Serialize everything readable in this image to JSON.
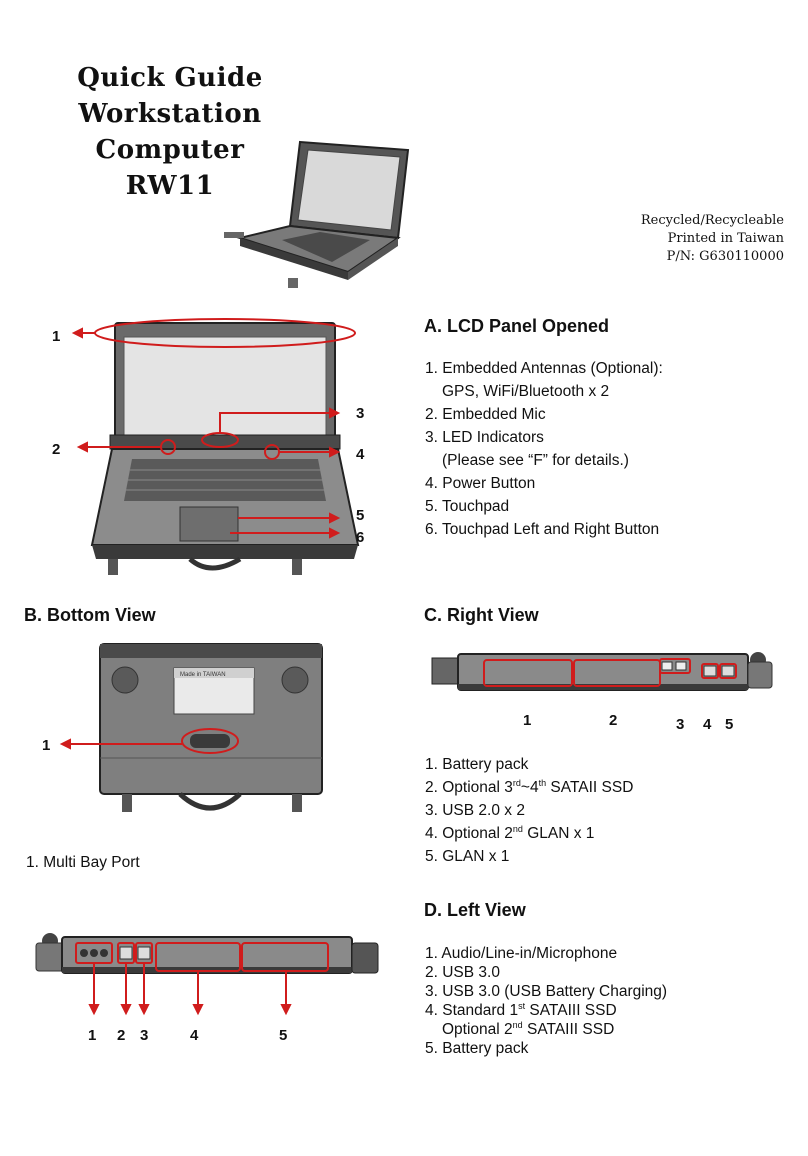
{
  "header": {
    "title_line1": "Quick Guide",
    "title_line2": "Workstation Computer",
    "title_line3": "RW11",
    "meta_line1": "Recycled/Recycleable",
    "meta_line2": "Printed in Taiwan",
    "meta_line3": "P/N: G630110000"
  },
  "section_a": {
    "heading": "A. LCD Panel Opened",
    "items": [
      "1. Embedded Antennas (Optional):",
      "GPS, WiFi/Bluetooth x 2",
      "2. Embedded Mic",
      "3. LED Indicators",
      "(Please see “F” for details.)",
      "4. Power Button",
      "5. Touchpad",
      "6. Touchpad Left and Right Button"
    ],
    "callouts": [
      "1",
      "2",
      "3",
      "4",
      "5",
      "6"
    ]
  },
  "section_b": {
    "heading": "B. Bottom View",
    "callouts": [
      "1"
    ],
    "items": [
      "1. Multi Bay Port"
    ],
    "label_plate": "Made in TAIWAN"
  },
  "section_c": {
    "heading": "C. Right View",
    "callouts": [
      "1",
      "2",
      "3",
      "4",
      "5"
    ],
    "items": {
      "i1": "1. Battery pack",
      "i2_pre": "2. Optional 3",
      "i2_sup1": "rd",
      "i2_mid": "~4",
      "i2_sup2": "th",
      "i2_post": " SATAII SSD",
      "i3": "3. USB 2.0 x 2",
      "i4_pre": "4. Optional 2",
      "i4_sup": "nd",
      "i4_post": " GLAN x 1",
      "i5": "5. GLAN x 1"
    }
  },
  "section_d": {
    "heading": "D. Left View",
    "callouts": [
      "1",
      "2",
      "3",
      "4",
      "5"
    ],
    "items": {
      "i1": "1. Audio/Line-in/Microphone",
      "i2": "2. USB 3.0",
      "i3": "3. USB 3.0 (USB Battery Charging)",
      "i4_pre": "4. Standard 1",
      "i4_sup": "st",
      "i4_post": " SATAIII SSD",
      "i4b_pre": "Optional 2",
      "i4b_sup": "nd",
      "i4b_post": " SATAIII SSD",
      "i5": "5. Battery pack"
    }
  },
  "colors": {
    "accent_red": "#d01c1c",
    "device_gray": "#8a8a8a",
    "device_dark": "#3a3a3a"
  }
}
